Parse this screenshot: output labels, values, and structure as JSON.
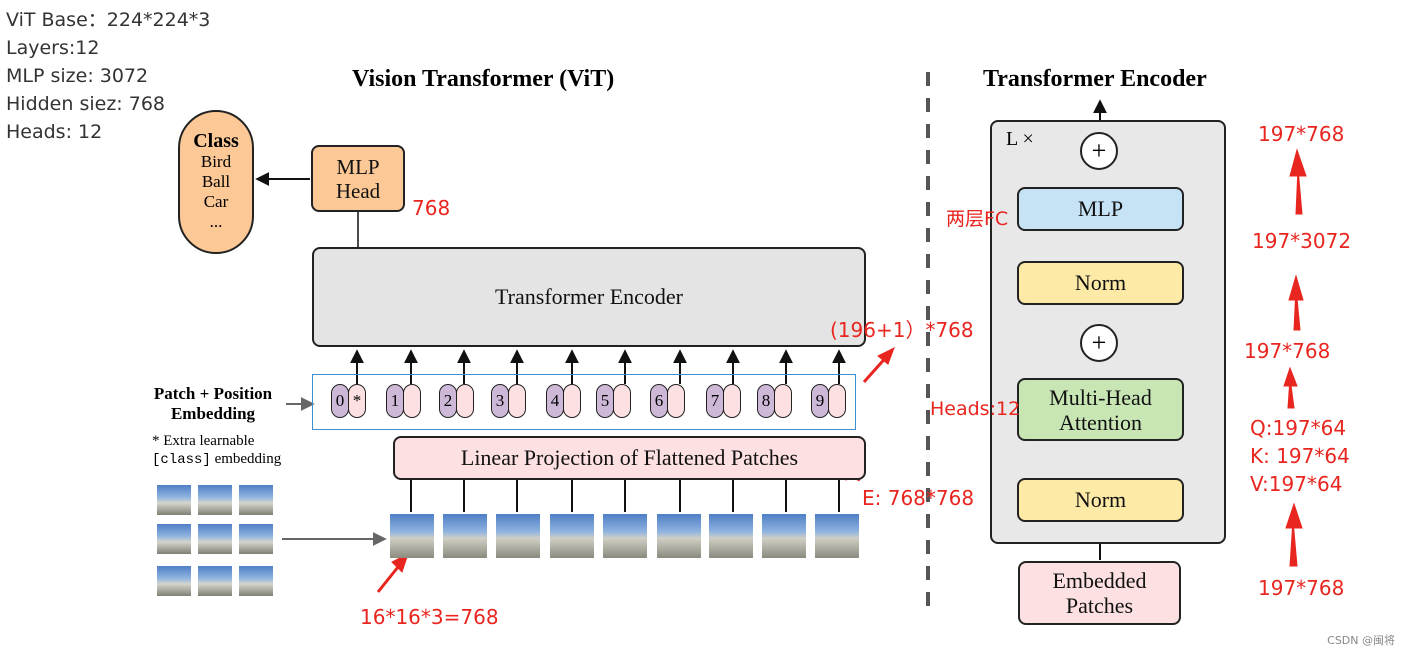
{
  "notes": [
    "ViT Base：224*224*3",
    "Layers:12",
    "MLP size: 3072",
    "Hidden siez: 768",
    "Heads: 12"
  ],
  "vit": {
    "title": "Vision Transformer (ViT)",
    "class_box": {
      "heading": "Class",
      "items": [
        "Bird",
        "Ball",
        "Car",
        "..."
      ]
    },
    "mlp_head": {
      "line1": "MLP",
      "line2": "Head"
    },
    "encoder_label": "Transformer Encoder",
    "patch_pos": {
      "line1": "Patch + Position",
      "line2": "Embedding"
    },
    "extra_note": {
      "line1": "* Extra learnable",
      "code": "[class]",
      "suffix": " embedding"
    },
    "linear_projection": "Linear Projection of Flattened Patches",
    "tokens": [
      "0",
      "1",
      "2",
      "3",
      "4",
      "5",
      "6",
      "7",
      "8",
      "9"
    ],
    "class_token_mark": "*"
  },
  "encoder": {
    "title": "Transformer Encoder",
    "repeat": "L ×",
    "plus": "+",
    "mlp": "MLP",
    "norm_top": "Norm",
    "attention": {
      "line1": "Multi-Head",
      "line2": "Attention"
    },
    "norm_bottom": "Norm",
    "embedded": {
      "line1": "Embedded",
      "line2": "Patches"
    }
  },
  "annotations": {
    "dim_768": "768",
    "seq_dim": "(196+1）*768",
    "e_dim": "E: 768*768",
    "patch_dim": "16*16*3=768",
    "two_fc": "两层FC",
    "heads": "Heads:12",
    "right_col": [
      "197*768",
      "197*3072",
      "197*768",
      "Q:197*64",
      "K: 197*64",
      "V:197*64",
      "197*768"
    ]
  },
  "colors": {
    "annotation_red": "#e8251f",
    "class_orange": "#fbc896",
    "mlp_blue": "#c6e3f6",
    "norm_yellow": "#fdeaa6",
    "attention_green": "#c8e6b4",
    "pink": "#fde0e2",
    "gray": "#e4e4e4"
  },
  "watermark": "CSDN @闽将"
}
